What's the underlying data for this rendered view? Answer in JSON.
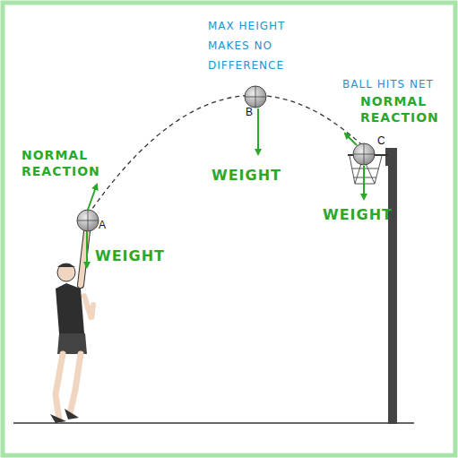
{
  "diagram": {
    "labels": [
      "MAX HEIGHT MAKES NO DIFFERENCE",
      "BALL HITS NET",
      "NORMAL REACTION",
      "A",
      "WEIGHT",
      "B",
      "WEIGHT",
      "NORMAL REACTION",
      "C",
      "WEIGHT"
    ]
  }
}
